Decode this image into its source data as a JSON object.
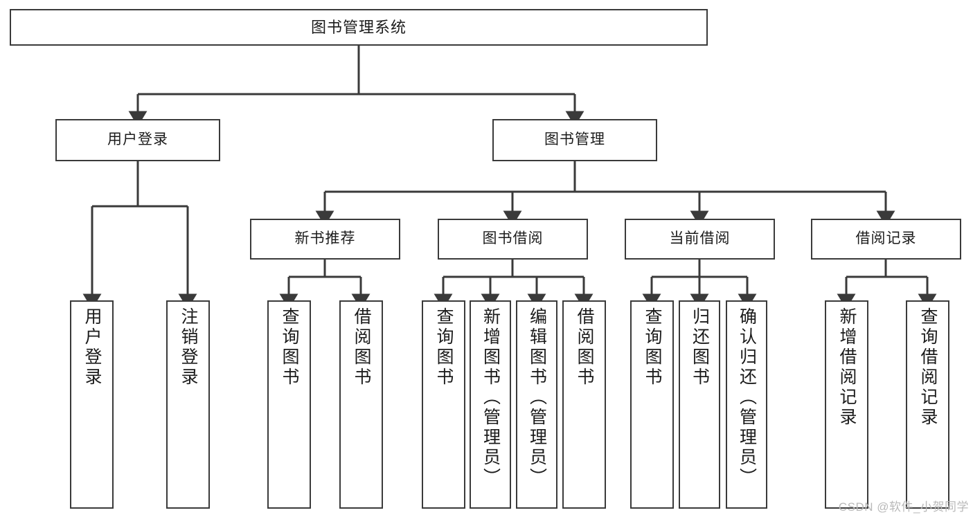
{
  "diagram": {
    "title": "图书管理系统",
    "type": "tree",
    "root": {
      "label": "图书管理系统"
    },
    "level2": [
      {
        "label": "用户登录"
      },
      {
        "label": "图书管理"
      }
    ],
    "level3": [
      {
        "label": "新书推荐"
      },
      {
        "label": "图书借阅"
      },
      {
        "label": "当前借阅"
      },
      {
        "label": "借阅记录"
      }
    ],
    "leaves": {
      "user_login": [
        {
          "label": "用户登录"
        },
        {
          "label": "注销登录"
        }
      ],
      "new_book_recommend": [
        {
          "label": "查询图书"
        },
        {
          "label": "借阅图书"
        }
      ],
      "book_borrow": [
        {
          "label": "查询图书"
        },
        {
          "label": "新增图书（管理员）"
        },
        {
          "label": "编辑图书（管理员）"
        },
        {
          "label": "借阅图书"
        }
      ],
      "current_borrow": [
        {
          "label": "查询图书"
        },
        {
          "label": "归还图书"
        },
        {
          "label": "确认归还（管理员）"
        }
      ],
      "borrow_record": [
        {
          "label": "新增借阅记录"
        },
        {
          "label": "查询借阅记录"
        }
      ]
    }
  },
  "watermark": {
    "text": "CSDN @软件_小贺同学"
  },
  "colors": {
    "stroke": "#3a3a3a",
    "text": "#1b1b1b",
    "background": "#ffffff",
    "watermark": "#b9b9b9"
  }
}
